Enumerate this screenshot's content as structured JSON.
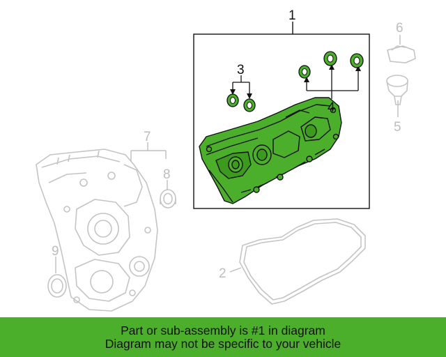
{
  "diagram": {
    "callouts": {
      "c1": "1",
      "c2": "2",
      "c3": "3",
      "c4": "4",
      "c5": "5",
      "c6": "6",
      "c7": "7",
      "c8": "8",
      "c9": "9"
    },
    "highlight_color": "#4caf2b",
    "faded_color": "#bdbdbd"
  },
  "banner": {
    "line1": "Part or sub-assembly is #1 in diagram",
    "line2": "Diagram may not be specific to your vehicle",
    "background": "#4caf2b"
  }
}
